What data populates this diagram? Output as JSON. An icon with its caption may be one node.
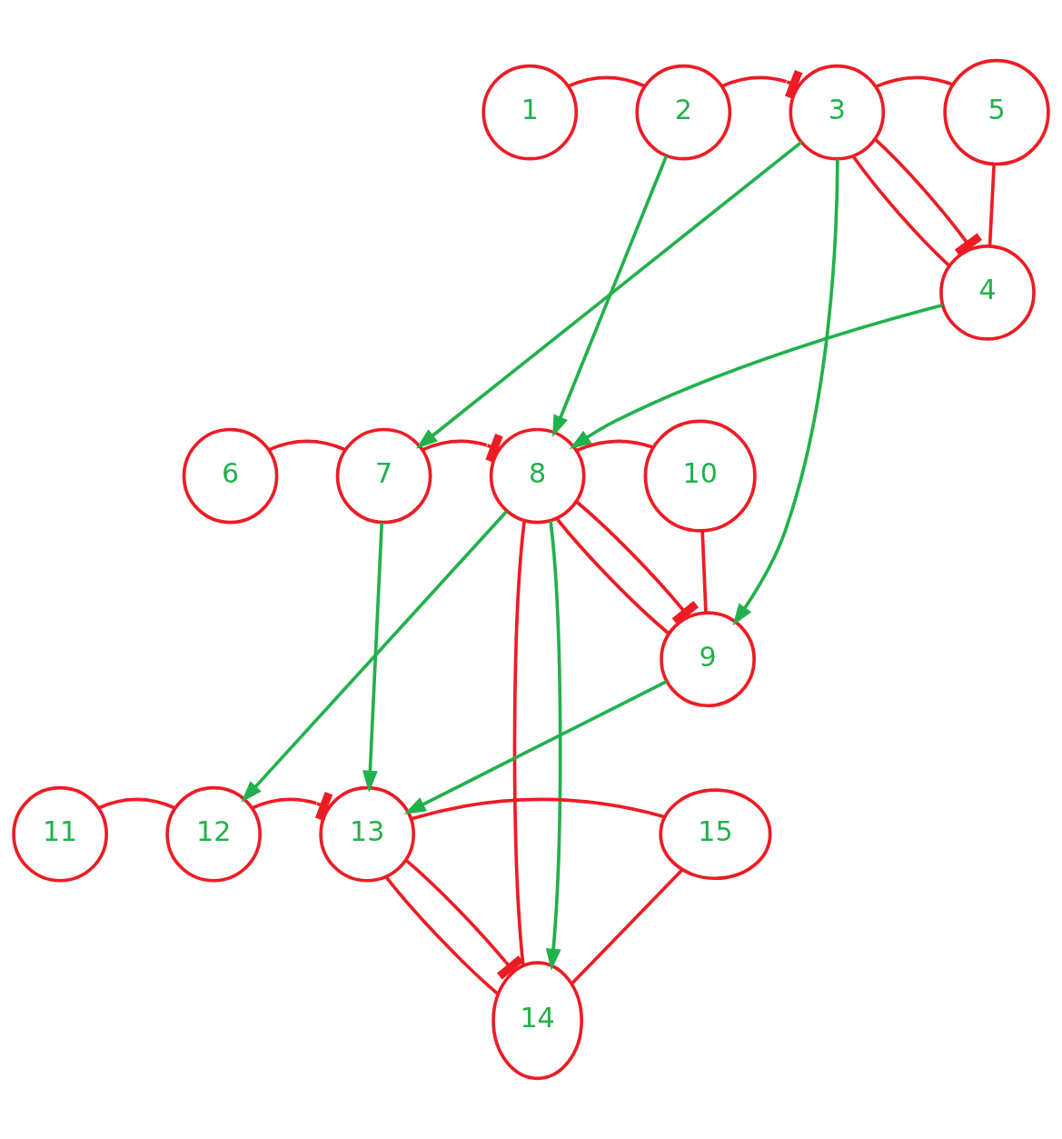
{
  "diagram": {
    "nodes": [
      {
        "text": [
          "1"
        ]
      },
      {
        "text": [
          "2"
        ]
      },
      {
        "text": [
          "3"
        ]
      },
      {
        "text": [
          "4"
        ]
      },
      {
        "text": [
          "5"
        ]
      },
      {
        "text": [
          "6"
        ]
      },
      {
        "text": [
          "7"
        ]
      },
      {
        "text": [
          "8"
        ]
      },
      {
        "text": [
          "9"
        ]
      },
      {
        "text": [
          "10"
        ]
      },
      {
        "text": [
          "11"
        ]
      },
      {
        "text": [
          "12"
        ]
      },
      {
        "text": [
          "13"
        ]
      },
      {
        "text": [
          "14"
        ]
      },
      {
        "text": [
          "15"
        ]
      }
    ],
    "edges": [
      {
        "from": 0,
        "to": 1,
        "arrow": "none"
      },
      {
        "from": 1,
        "to": 2,
        "arrow": "other"
      },
      {
        "from": 1,
        "to": 7,
        "arrow": "to",
        "color": "#22b14c"
      },
      {
        "from": 2,
        "to": 3,
        "arrow": "none"
      },
      {
        "from": 2,
        "to": 3,
        "arrow": "other"
      },
      {
        "from": 2,
        "to": 4,
        "arrow": "none"
      },
      {
        "from": 2,
        "to": 6,
        "arrow": "to",
        "color": "#22b14c"
      },
      {
        "from": 2,
        "to": 8,
        "arrow": "to",
        "color": "#22b14c"
      },
      {
        "from": 4,
        "to": 3,
        "arrow": "none"
      },
      {
        "from": 3,
        "to": 7,
        "arrow": "to",
        "color": "#22b14c"
      },
      {
        "from": 5,
        "to": 6,
        "arrow": "none"
      },
      {
        "from": 6,
        "to": 7,
        "arrow": "other"
      },
      {
        "from": 6,
        "to": 12,
        "arrow": "to",
        "color": "#22b14c"
      },
      {
        "from": 7,
        "to": 8,
        "arrow": "none"
      },
      {
        "from": 7,
        "to": 8,
        "arrow": "other"
      },
      {
        "from": 7,
        "to": 9,
        "arrow": "none"
      },
      {
        "from": 7,
        "to": 11,
        "arrow": "to",
        "color": "#22b14c"
      },
      {
        "from": 7,
        "to": 13,
        "arrow": "none"
      },
      {
        "from": 7,
        "to": 13,
        "arrow": "to",
        "color": "#22b14c"
      },
      {
        "from": 9,
        "to": 8,
        "arrow": "none"
      },
      {
        "from": 8,
        "to": 12,
        "arrow": "to",
        "color": "#22b14c"
      },
      {
        "from": 10,
        "to": 11,
        "arrow": "none"
      },
      {
        "from": 11,
        "to": 12,
        "arrow": "other"
      },
      {
        "from": 12,
        "to": 13,
        "arrow": "none"
      },
      {
        "from": 12,
        "to": 13,
        "arrow": "other"
      },
      {
        "from": 12,
        "to": 14,
        "arrow": "none"
      },
      {
        "from": 14,
        "to": 13,
        "arrow": "none"
      }
    ]
  }
}
